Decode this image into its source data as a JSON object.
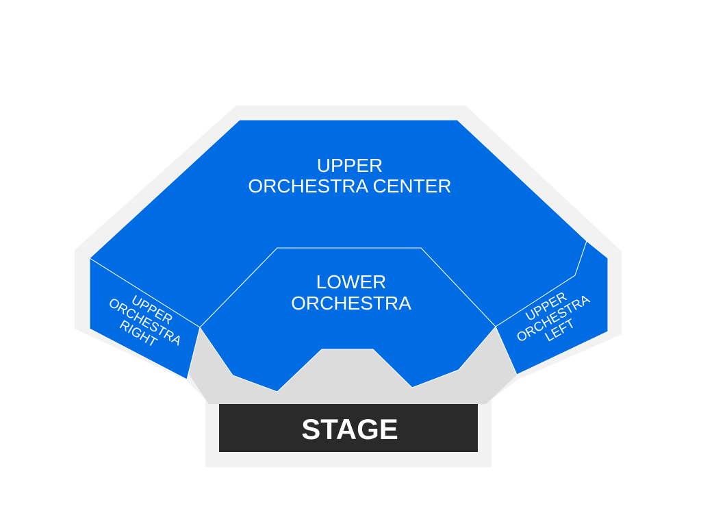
{
  "seating_map": {
    "stage": {
      "label": "STAGE"
    },
    "sections": {
      "upper_orchestra_center": {
        "lines": [
          "UPPER",
          "ORCHESTRA CENTER"
        ]
      },
      "lower_orchestra": {
        "lines": [
          "LOWER",
          "ORCHESTRA"
        ]
      },
      "upper_orchestra_right": {
        "lines": [
          "UPPER",
          "ORCHESTRA",
          "RIGHT"
        ]
      },
      "upper_orchestra_left": {
        "lines": [
          "UPPER",
          "ORCHESTRA",
          "LEFT"
        ]
      }
    },
    "colors": {
      "section_fill": "#006ce3",
      "venue_outline": "#f2f2f2",
      "floor": "#dcdcdc",
      "stage": "#2a2a2a",
      "label_text": "#ffffff"
    }
  }
}
